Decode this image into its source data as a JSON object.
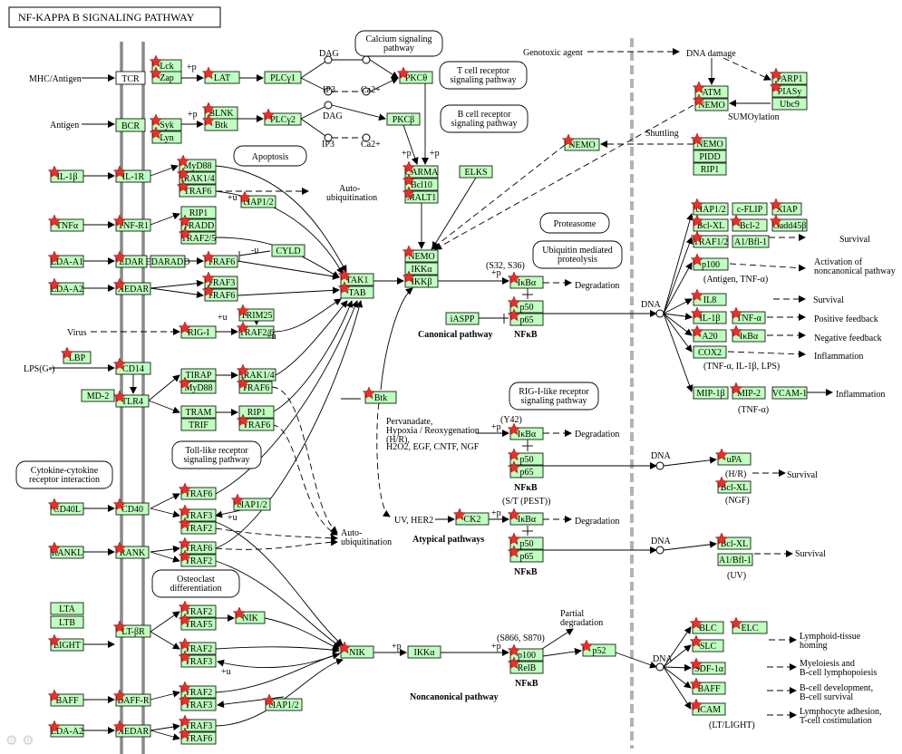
{
  "title": "NF-KAPPA B SIGNALING PATHWAY",
  "colors": {
    "gene_fill": "#bfffbf",
    "star": "#e8302a",
    "membrane": "#8a8a8a",
    "nucleus_line": "#b3b3b3"
  },
  "star_icon": "red-star-icon",
  "genes": [
    {
      "id": "g-tcr",
      "label": "TCR",
      "star": false,
      "plain": true
    },
    {
      "id": "g-lck",
      "label": "Lck",
      "star": true
    },
    {
      "id": "g-zap",
      "label": "Zap",
      "star": true
    },
    {
      "id": "g-lat",
      "label": "LAT",
      "star": true
    },
    {
      "id": "g-plcg1",
      "label": "PLCγ1",
      "star": false
    },
    {
      "id": "g-pkct",
      "label": "PKCθ",
      "star": true
    },
    {
      "id": "g-bcr",
      "label": "BCR",
      "star": false
    },
    {
      "id": "g-syk",
      "label": "Syk",
      "star": true
    },
    {
      "id": "g-lyn",
      "label": "Lyn",
      "star": true
    },
    {
      "id": "g-blnk",
      "label": "BLNK",
      "star": true
    },
    {
      "id": "g-btk1",
      "label": "Btk",
      "star": true
    },
    {
      "id": "g-plcg2",
      "label": "PLCγ2",
      "star": true
    },
    {
      "id": "g-pkcb",
      "label": "PKCβ",
      "star": false
    },
    {
      "id": "g-il1b",
      "label": "IL-1β",
      "star": true
    },
    {
      "id": "g-il1r",
      "label": "IL-1R",
      "star": true
    },
    {
      "id": "g-myd88a",
      "label": "MyD88",
      "star": true
    },
    {
      "id": "g-irak14a",
      "label": "IRAK1/4",
      "star": true
    },
    {
      "id": "g-traf6a",
      "label": "TRAF6",
      "star": true
    },
    {
      "id": "g-tnfa",
      "label": "TNFα",
      "star": true
    },
    {
      "id": "g-tnfr1",
      "label": "TNF-R1",
      "star": true
    },
    {
      "id": "g-rip1a",
      "label": "RIP1",
      "star": false
    },
    {
      "id": "g-tradd",
      "label": "TRADD",
      "star": true
    },
    {
      "id": "g-traf25",
      "label": "TRAF2/5",
      "star": true
    },
    {
      "id": "g-ciap12a",
      "label": "cIAP1/2",
      "star": true
    },
    {
      "id": "g-eda-a1",
      "label": "EDA-A1",
      "star": true
    },
    {
      "id": "g-edar",
      "label": "EDAR",
      "star": true
    },
    {
      "id": "g-edaradd",
      "label": "EDARADD",
      "star": false
    },
    {
      "id": "g-traf6b",
      "label": "TRAF6",
      "star": true
    },
    {
      "id": "g-cyld",
      "label": "CYLD",
      "star": false
    },
    {
      "id": "g-eda-a2",
      "label": "EDA-A2",
      "star": true
    },
    {
      "id": "g-xedar",
      "label": "XEDAR",
      "star": true
    },
    {
      "id": "g-traf3a",
      "label": "TRAF3",
      "star": true
    },
    {
      "id": "g-traf6c",
      "label": "TRAF6",
      "star": true
    },
    {
      "id": "g-trim25",
      "label": "TRIM25",
      "star": true
    },
    {
      "id": "g-rigi",
      "label": "RIG-I",
      "star": true
    },
    {
      "id": "g-traf26",
      "label": "TRAF2/6",
      "star": true
    },
    {
      "id": "g-lbp",
      "label": "LBP",
      "star": true
    },
    {
      "id": "g-cd14",
      "label": "CD14",
      "star": true
    },
    {
      "id": "g-md2",
      "label": "MD-2",
      "star": false
    },
    {
      "id": "g-tlr4",
      "label": "TLR4",
      "star": true
    },
    {
      "id": "g-tirap",
      "label": "TIRAP",
      "star": false
    },
    {
      "id": "g-myd88b",
      "label": "MyD88",
      "star": true
    },
    {
      "id": "g-irak14b",
      "label": "IRAK1/4",
      "star": true
    },
    {
      "id": "g-traf6d",
      "label": "TRAF6",
      "star": true
    },
    {
      "id": "g-tram",
      "label": "TRAM",
      "star": false
    },
    {
      "id": "g-trif",
      "label": "TRIF",
      "star": false
    },
    {
      "id": "g-rip1b",
      "label": "RIP1",
      "star": false
    },
    {
      "id": "g-traf6e",
      "label": "TRAF6",
      "star": true
    },
    {
      "id": "g-tak1",
      "label": "TAK1",
      "star": true
    },
    {
      "id": "g-tab",
      "label": "TAB",
      "star": true
    },
    {
      "id": "g-carma",
      "label": "CARMA",
      "star": true
    },
    {
      "id": "g-bcl10",
      "label": "Bcl10",
      "star": true
    },
    {
      "id": "g-malt1",
      "label": "MALT1",
      "star": true
    },
    {
      "id": "g-elks",
      "label": "ELKS",
      "star": false
    },
    {
      "id": "g-nemo1",
      "label": "NEMO",
      "star": true
    },
    {
      "id": "g-ikka1",
      "label": "IKKα",
      "star": false
    },
    {
      "id": "g-ikkb",
      "label": "IKKβ",
      "star": true
    },
    {
      "id": "g-ikba1",
      "label": "IκBα",
      "star": true
    },
    {
      "id": "g-iaspp",
      "label": "iASPP",
      "star": false
    },
    {
      "id": "g-p50a",
      "label": "p50",
      "star": true
    },
    {
      "id": "g-p65a",
      "label": "p65",
      "star": true
    },
    {
      "id": "g-atm",
      "label": "ATM",
      "star": true
    },
    {
      "id": "g-nemo2",
      "label": "NEMO",
      "star": true
    },
    {
      "id": "g-parp1",
      "label": "PARP1",
      "star": true
    },
    {
      "id": "g-piasy",
      "label": "PIASy",
      "star": true
    },
    {
      "id": "g-ubc9",
      "label": "Ubc9",
      "star": false
    },
    {
      "id": "g-nemo3",
      "label": "NEMO",
      "star": true
    },
    {
      "id": "g-nemo4",
      "label": "NEMO",
      "star": true
    },
    {
      "id": "g-pidd",
      "label": "PIDD",
      "star": false
    },
    {
      "id": "g-rip1c",
      "label": "RIP1",
      "star": false
    },
    {
      "id": "g-ciap12b",
      "label": "cIAP1/2",
      "star": true
    },
    {
      "id": "g-cflip",
      "label": "c-FLIP",
      "star": false
    },
    {
      "id": "g-xiap",
      "label": "XIAP",
      "star": true
    },
    {
      "id": "g-bclxl1",
      "label": "Bcl-XL",
      "star": true
    },
    {
      "id": "g-bcl2",
      "label": "Bcl-2",
      "star": true
    },
    {
      "id": "g-gadd45b",
      "label": "Gadd45β",
      "star": true
    },
    {
      "id": "g-traf12",
      "label": "TRAF1/2",
      "star": true
    },
    {
      "id": "g-a1bfl1a",
      "label": "A1/Bfl-1",
      "star": false
    },
    {
      "id": "g-nfkb-p100",
      "label": "p100",
      "star": true
    },
    {
      "id": "g-il8",
      "label": "IL8",
      "star": true
    },
    {
      "id": "g-il1b2",
      "label": "IL-1β",
      "star": true
    },
    {
      "id": "g-tnfa2",
      "label": "TNF-α",
      "star": true
    },
    {
      "id": "g-a20",
      "label": "A20",
      "star": true
    },
    {
      "id": "g-ikba2",
      "label": "IκBα",
      "star": true
    },
    {
      "id": "g-cox2",
      "label": "COX2",
      "star": false
    },
    {
      "id": "g-mip1b",
      "label": "MIP-1β",
      "star": false
    },
    {
      "id": "g-mip2",
      "label": "MIP-2",
      "star": true
    },
    {
      "id": "g-vcam1",
      "label": "VCAM-1",
      "star": false
    },
    {
      "id": "g-btk2",
      "label": "Btk",
      "star": true
    },
    {
      "id": "g-ikba3",
      "label": "IκBα",
      "star": true
    },
    {
      "id": "g-p50b",
      "label": "p50",
      "star": true
    },
    {
      "id": "g-p65b",
      "label": "p65",
      "star": true
    },
    {
      "id": "g-upa",
      "label": "uPA",
      "star": true
    },
    {
      "id": "g-bclxl2",
      "label": "Bcl-XL",
      "star": true
    },
    {
      "id": "g-ck2",
      "label": "CK2",
      "star": true
    },
    {
      "id": "g-ikba4",
      "label": "IκBα",
      "star": true
    },
    {
      "id": "g-p50c",
      "label": "p50",
      "star": true
    },
    {
      "id": "g-p65c",
      "label": "p65",
      "star": true
    },
    {
      "id": "g-bclxl3",
      "label": "Bcl-XL",
      "star": true
    },
    {
      "id": "g-a1bfl1b",
      "label": "A1/Bfl-1",
      "star": false
    },
    {
      "id": "g-cd40l",
      "label": "CD40L",
      "star": true
    },
    {
      "id": "g-cd40",
      "label": "CD40",
      "star": true
    },
    {
      "id": "g-traf6f",
      "label": "TRAF6",
      "star": true
    },
    {
      "id": "g-traf3b",
      "label": "TRAF3",
      "star": true
    },
    {
      "id": "g-traf2a",
      "label": "TRAF2",
      "star": true
    },
    {
      "id": "g-ciap12c",
      "label": "cIAP1/2",
      "star": true
    },
    {
      "id": "g-rankl",
      "label": "RANKL",
      "star": true
    },
    {
      "id": "g-rank",
      "label": "RANK",
      "star": true
    },
    {
      "id": "g-traf6g",
      "label": "TRAF6",
      "star": true
    },
    {
      "id": "g-traf2b",
      "label": "TRAF2",
      "star": true
    },
    {
      "id": "g-lta",
      "label": "LTA",
      "star": false
    },
    {
      "id": "g-ltb",
      "label": "LTB",
      "star": false
    },
    {
      "id": "g-light",
      "label": "LIGHT",
      "star": true
    },
    {
      "id": "g-ltbr",
      "label": "LT-βR",
      "star": true
    },
    {
      "id": "g-traf2c",
      "label": "TRAF2",
      "star": true
    },
    {
      "id": "g-traf5",
      "label": "TRAF5",
      "star": true
    },
    {
      "id": "g-nik1",
      "label": "NIK",
      "star": true
    },
    {
      "id": "g-traf2d",
      "label": "TRAF2",
      "star": true
    },
    {
      "id": "g-traf3c",
      "label": "TRAF3",
      "star": true
    },
    {
      "id": "g-nik2",
      "label": "NIK",
      "star": true
    },
    {
      "id": "g-ikka2",
      "label": "IKKα",
      "star": false
    },
    {
      "id": "g-p100",
      "label": "p100",
      "star": true
    },
    {
      "id": "g-relb",
      "label": "RelB",
      "star": true
    },
    {
      "id": "g-p52",
      "label": "p52",
      "star": true
    },
    {
      "id": "g-baff",
      "label": "BAFF",
      "star": true
    },
    {
      "id": "g-baffr",
      "label": "BAFF-R",
      "star": true
    },
    {
      "id": "g-traf2e",
      "label": "TRAF2",
      "star": true
    },
    {
      "id": "g-traf3d",
      "label": "TRAF3",
      "star": true
    },
    {
      "id": "g-ciap12d",
      "label": "cIAP1/2",
      "star": true
    },
    {
      "id": "g-eda-a2b",
      "label": "EDA-A2",
      "star": true
    },
    {
      "id": "g-xedar2",
      "label": "XEDAR",
      "star": true
    },
    {
      "id": "g-traf3e",
      "label": "TRAF3",
      "star": true
    },
    {
      "id": "g-traf6h",
      "label": "TRAF6",
      "star": true
    },
    {
      "id": "g-blc",
      "label": "BLC",
      "star": true
    },
    {
      "id": "g-elc",
      "label": "ELC",
      "star": true
    },
    {
      "id": "g-slc",
      "label": "SLC",
      "star": true
    },
    {
      "id": "g-sdf1a",
      "label": "SDF-1α",
      "star": true
    },
    {
      "id": "g-baff2",
      "label": "BAFF",
      "star": true
    },
    {
      "id": "g-icam",
      "label": "ICAM",
      "star": true
    }
  ],
  "maps": [
    {
      "id": "m-calcium",
      "l1": "Calcium signaling",
      "l2": "pathway"
    },
    {
      "id": "m-tcr",
      "l1": "T cell receptor",
      "l2": "signaling pathway"
    },
    {
      "id": "m-bcr",
      "l1": "B cell receptor",
      "l2": "signaling pathway"
    },
    {
      "id": "m-apoptosis",
      "l1": "Apoptosis",
      "l2": ""
    },
    {
      "id": "m-proteasome",
      "l1": "Proteasome",
      "l2": ""
    },
    {
      "id": "m-ubiq",
      "l1": "Ubiquitin mediated",
      "l2": "proteolysis"
    },
    {
      "id": "m-rigi",
      "l1": "RIG-I-like receptor",
      "l2": "signaling pathway"
    },
    {
      "id": "m-tlr",
      "l1": "Toll-like receptor",
      "l2": "signaling pathway"
    },
    {
      "id": "m-cytokine",
      "l1": "Cytokine-cytokine",
      "l2": "receptor interaction"
    },
    {
      "id": "m-osteo",
      "l1": "Osteoclast",
      "l2": "differentiation"
    }
  ],
  "labels": [
    {
      "id": "t-mhc",
      "text": "MHC/Antigen"
    },
    {
      "id": "t-antigen",
      "text": "Antigen"
    },
    {
      "id": "t-dag1",
      "text": "DAG"
    },
    {
      "id": "t-ip3a",
      "text": "IP3"
    },
    {
      "id": "t-ca1",
      "text": "Ca2+"
    },
    {
      "id": "t-dag2",
      "text": "DAG"
    },
    {
      "id": "t-ip3b",
      "text": "IP3"
    },
    {
      "id": "t-ca2",
      "text": "Ca2+"
    },
    {
      "id": "t-p1",
      "text": "+p"
    },
    {
      "id": "t-p2",
      "text": "+p"
    },
    {
      "id": "t-p3",
      "text": "+p"
    },
    {
      "id": "t-p4",
      "text": "+p"
    },
    {
      "id": "t-u1",
      "text": "+u"
    },
    {
      "id": "t-u2",
      "text": "+u"
    },
    {
      "id": "t-u3",
      "text": "+u"
    },
    {
      "id": "t-u4",
      "text": "+u"
    },
    {
      "id": "t-u5",
      "text": "+u"
    },
    {
      "id": "t-u6",
      "text": "-u"
    },
    {
      "id": "t-autoub1",
      "text": "Auto-"
    },
    {
      "id": "t-autoub1b",
      "text": "ubiquitination"
    },
    {
      "id": "t-autoub2",
      "text": "Auto-"
    },
    {
      "id": "t-autoub2b",
      "text": "ubiquitination"
    },
    {
      "id": "t-virus",
      "text": "Virus"
    },
    {
      "id": "t-lps",
      "text": "LPS(G-)"
    },
    {
      "id": "t-genotoxic",
      "text": "Genotoxic agent"
    },
    {
      "id": "t-dnadamage",
      "text": "DNA damage"
    },
    {
      "id": "t-sumo",
      "text": "SUMOylation"
    },
    {
      "id": "t-shuttling",
      "text": "Shuttling"
    },
    {
      "id": "t-s3236",
      "text": "(S32, S36)"
    },
    {
      "id": "t-p5",
      "text": "+p"
    },
    {
      "id": "t-degr1",
      "text": "Degradation"
    },
    {
      "id": "t-canon",
      "text": "Canonical pathway"
    },
    {
      "id": "t-nfkb1",
      "text": "NFκB"
    },
    {
      "id": "t-dna1",
      "text": "DNA"
    },
    {
      "id": "t-survival1",
      "text": "Survival"
    },
    {
      "id": "t-activ",
      "text": "Activation of"
    },
    {
      "id": "t-activ2",
      "text": "noncanonical pathway"
    },
    {
      "id": "t-antig",
      "text": "(Antigen, TNF-α)"
    },
    {
      "id": "t-survival2",
      "text": "Survival"
    },
    {
      "id": "t-posfb",
      "text": "Positive feedback"
    },
    {
      "id": "t-negfb",
      "text": "Negative feedback"
    },
    {
      "id": "t-inflam1",
      "text": "Inflammation"
    },
    {
      "id": "t-tnfil",
      "text": "(TNF-α, IL-1β, LPS)"
    },
    {
      "id": "t-inflam2",
      "text": "Inflammation"
    },
    {
      "id": "t-tnf2",
      "text": "(TNF-α)"
    },
    {
      "id": "t-perv1",
      "text": "Pervanadate,"
    },
    {
      "id": "t-perv2",
      "text": "Hypoxia / Reoxygenation"
    },
    {
      "id": "t-perv3",
      "text": "(H/R),"
    },
    {
      "id": "t-perv4",
      "text": "H2O2, EGF, CNTF, NGF"
    },
    {
      "id": "t-y42",
      "text": "(Y42)"
    },
    {
      "id": "t-p6",
      "text": "+p"
    },
    {
      "id": "t-degr2",
      "text": "Degradation"
    },
    {
      "id": "t-nfkb2",
      "text": "NFκB"
    },
    {
      "id": "t-dna2",
      "text": "DNA"
    },
    {
      "id": "t-hr",
      "text": "(H/R)"
    },
    {
      "id": "t-survival3",
      "text": "Survival"
    },
    {
      "id": "t-ngf",
      "text": "(NGF)"
    },
    {
      "id": "t-uvher2",
      "text": "UV, HER2"
    },
    {
      "id": "t-stpest",
      "text": "(S/T (PEST))"
    },
    {
      "id": "t-p7",
      "text": "+p"
    },
    {
      "id": "t-degr3",
      "text": "Degradation"
    },
    {
      "id": "t-atyp",
      "text": "Atypical pathways"
    },
    {
      "id": "t-nfkb3",
      "text": "NFκB"
    },
    {
      "id": "t-dna3",
      "text": "DNA"
    },
    {
      "id": "t-survival4",
      "text": "Survival"
    },
    {
      "id": "t-uv",
      "text": "(UV)"
    },
    {
      "id": "t-partial1",
      "text": "Partial"
    },
    {
      "id": "t-partial2",
      "text": "degradation"
    },
    {
      "id": "t-s866",
      "text": "(S866, S870)"
    },
    {
      "id": "t-p8",
      "text": "+p"
    },
    {
      "id": "t-p9",
      "text": "+p"
    },
    {
      "id": "t-noncanon",
      "text": "Noncanonical pathway"
    },
    {
      "id": "t-nfkb4",
      "text": "NFκB"
    },
    {
      "id": "t-dna4",
      "text": "DNA"
    },
    {
      "id": "t-lymph1",
      "text": "Lymphoid-tissue"
    },
    {
      "id": "t-lymph2",
      "text": "homing"
    },
    {
      "id": "t-myelo1",
      "text": "Myeloiesis and"
    },
    {
      "id": "t-myelo2",
      "text": "B-cell lymphopoiesis"
    },
    {
      "id": "t-bdev1",
      "text": "B-cell development,"
    },
    {
      "id": "t-bdev2",
      "text": "B-cell survival"
    },
    {
      "id": "t-lyadh1",
      "text": "Lymphocyte adhesion,"
    },
    {
      "id": "t-lyadh2",
      "text": "T-cell costimulation"
    },
    {
      "id": "t-ltlight",
      "text": "(LT/LIGHT)"
    }
  ]
}
